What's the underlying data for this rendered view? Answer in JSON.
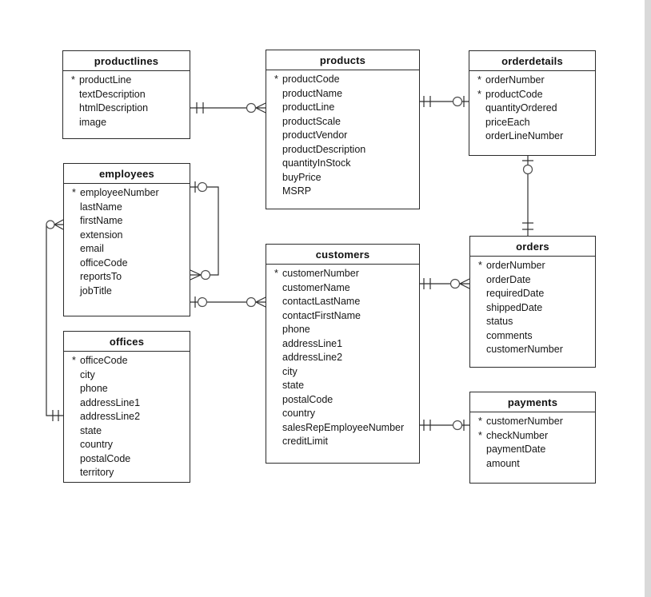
{
  "diagram": {
    "kind": "entity-relationship-diagram",
    "notation": "crow-foot",
    "colors": {
      "canvas_bg": "#ffffff",
      "table_bg": "#ffffff",
      "table_border": "#2b2b2b",
      "line": "#2e2e2e",
      "text": "#161616",
      "edge_strip": "#d9d9d9"
    }
  },
  "tables": [
    {
      "name": "productlines",
      "fields": [
        {
          "name": "productLine",
          "pk": true
        },
        {
          "name": "textDescription",
          "pk": false
        },
        {
          "name": "htmlDescription",
          "pk": false
        },
        {
          "name": "image",
          "pk": false
        }
      ]
    },
    {
      "name": "products",
      "fields": [
        {
          "name": "productCode",
          "pk": true
        },
        {
          "name": "productName",
          "pk": false
        },
        {
          "name": "productLine",
          "pk": false
        },
        {
          "name": "productScale",
          "pk": false
        },
        {
          "name": "productVendor",
          "pk": false
        },
        {
          "name": "productDescription",
          "pk": false
        },
        {
          "name": "quantityInStock",
          "pk": false
        },
        {
          "name": "buyPrice",
          "pk": false
        },
        {
          "name": "MSRP",
          "pk": false
        }
      ]
    },
    {
      "name": "orderdetails",
      "fields": [
        {
          "name": "orderNumber",
          "pk": true
        },
        {
          "name": "productCode",
          "pk": true
        },
        {
          "name": "quantityOrdered",
          "pk": false
        },
        {
          "name": "priceEach",
          "pk": false
        },
        {
          "name": "orderLineNumber",
          "pk": false
        }
      ]
    },
    {
      "name": "employees",
      "fields": [
        {
          "name": "employeeNumber",
          "pk": true
        },
        {
          "name": "lastName",
          "pk": false
        },
        {
          "name": "firstName",
          "pk": false
        },
        {
          "name": "extension",
          "pk": false
        },
        {
          "name": "email",
          "pk": false
        },
        {
          "name": "officeCode",
          "pk": false
        },
        {
          "name": "reportsTo",
          "pk": false
        },
        {
          "name": "jobTitle",
          "pk": false
        }
      ]
    },
    {
      "name": "customers",
      "fields": [
        {
          "name": "customerNumber",
          "pk": true
        },
        {
          "name": "customerName",
          "pk": false
        },
        {
          "name": "contactLastName",
          "pk": false
        },
        {
          "name": "contactFirstName",
          "pk": false
        },
        {
          "name": "phone",
          "pk": false
        },
        {
          "name": "addressLine1",
          "pk": false
        },
        {
          "name": "addressLine2",
          "pk": false
        },
        {
          "name": "city",
          "pk": false
        },
        {
          "name": "state",
          "pk": false
        },
        {
          "name": "postalCode",
          "pk": false
        },
        {
          "name": "country",
          "pk": false
        },
        {
          "name": "salesRepEmployeeNumber",
          "pk": false
        },
        {
          "name": "creditLimit",
          "pk": false
        }
      ]
    },
    {
      "name": "orders",
      "fields": [
        {
          "name": "orderNumber",
          "pk": true
        },
        {
          "name": "orderDate",
          "pk": false
        },
        {
          "name": "requiredDate",
          "pk": false
        },
        {
          "name": "shippedDate",
          "pk": false
        },
        {
          "name": "status",
          "pk": false
        },
        {
          "name": "comments",
          "pk": false
        },
        {
          "name": "customerNumber",
          "pk": false
        }
      ]
    },
    {
      "name": "offices",
      "fields": [
        {
          "name": "officeCode",
          "pk": true
        },
        {
          "name": "city",
          "pk": false
        },
        {
          "name": "phone",
          "pk": false
        },
        {
          "name": "addressLine1",
          "pk": false
        },
        {
          "name": "addressLine2",
          "pk": false
        },
        {
          "name": "state",
          "pk": false
        },
        {
          "name": "country",
          "pk": false
        },
        {
          "name": "postalCode",
          "pk": false
        },
        {
          "name": "territory",
          "pk": false
        }
      ]
    },
    {
      "name": "payments",
      "fields": [
        {
          "name": "customerNumber",
          "pk": true
        },
        {
          "name": "checkNumber",
          "pk": true
        },
        {
          "name": "paymentDate",
          "pk": false
        },
        {
          "name": "amount",
          "pk": false
        }
      ]
    }
  ],
  "relationships": [
    {
      "from": "productlines",
      "to": "products",
      "from_cardinality": "one-and-only-one",
      "to_cardinality": "zero-or-many"
    },
    {
      "from": "products",
      "to": "orderdetails",
      "from_cardinality": "one-and-only-one",
      "to_cardinality": "zero-or-one"
    },
    {
      "from": "orders",
      "to": "orderdetails",
      "from_cardinality": "one-and-only-one",
      "to_cardinality": "zero-or-one"
    },
    {
      "from": "customers",
      "to": "orders",
      "from_cardinality": "one-and-only-one",
      "to_cardinality": "zero-or-many"
    },
    {
      "from": "customers",
      "to": "payments",
      "from_cardinality": "one-and-only-one",
      "to_cardinality": "zero-or-one"
    },
    {
      "from": "employees",
      "to": "customers",
      "from_cardinality": "zero-or-one",
      "to_cardinality": "zero-or-many"
    },
    {
      "from": "employees",
      "to": "employees",
      "from_cardinality": "zero-or-one",
      "to_cardinality": "zero-or-many"
    },
    {
      "from": "offices",
      "to": "employees",
      "from_cardinality": "one-and-only-one",
      "to_cardinality": "zero-or-many"
    }
  ]
}
